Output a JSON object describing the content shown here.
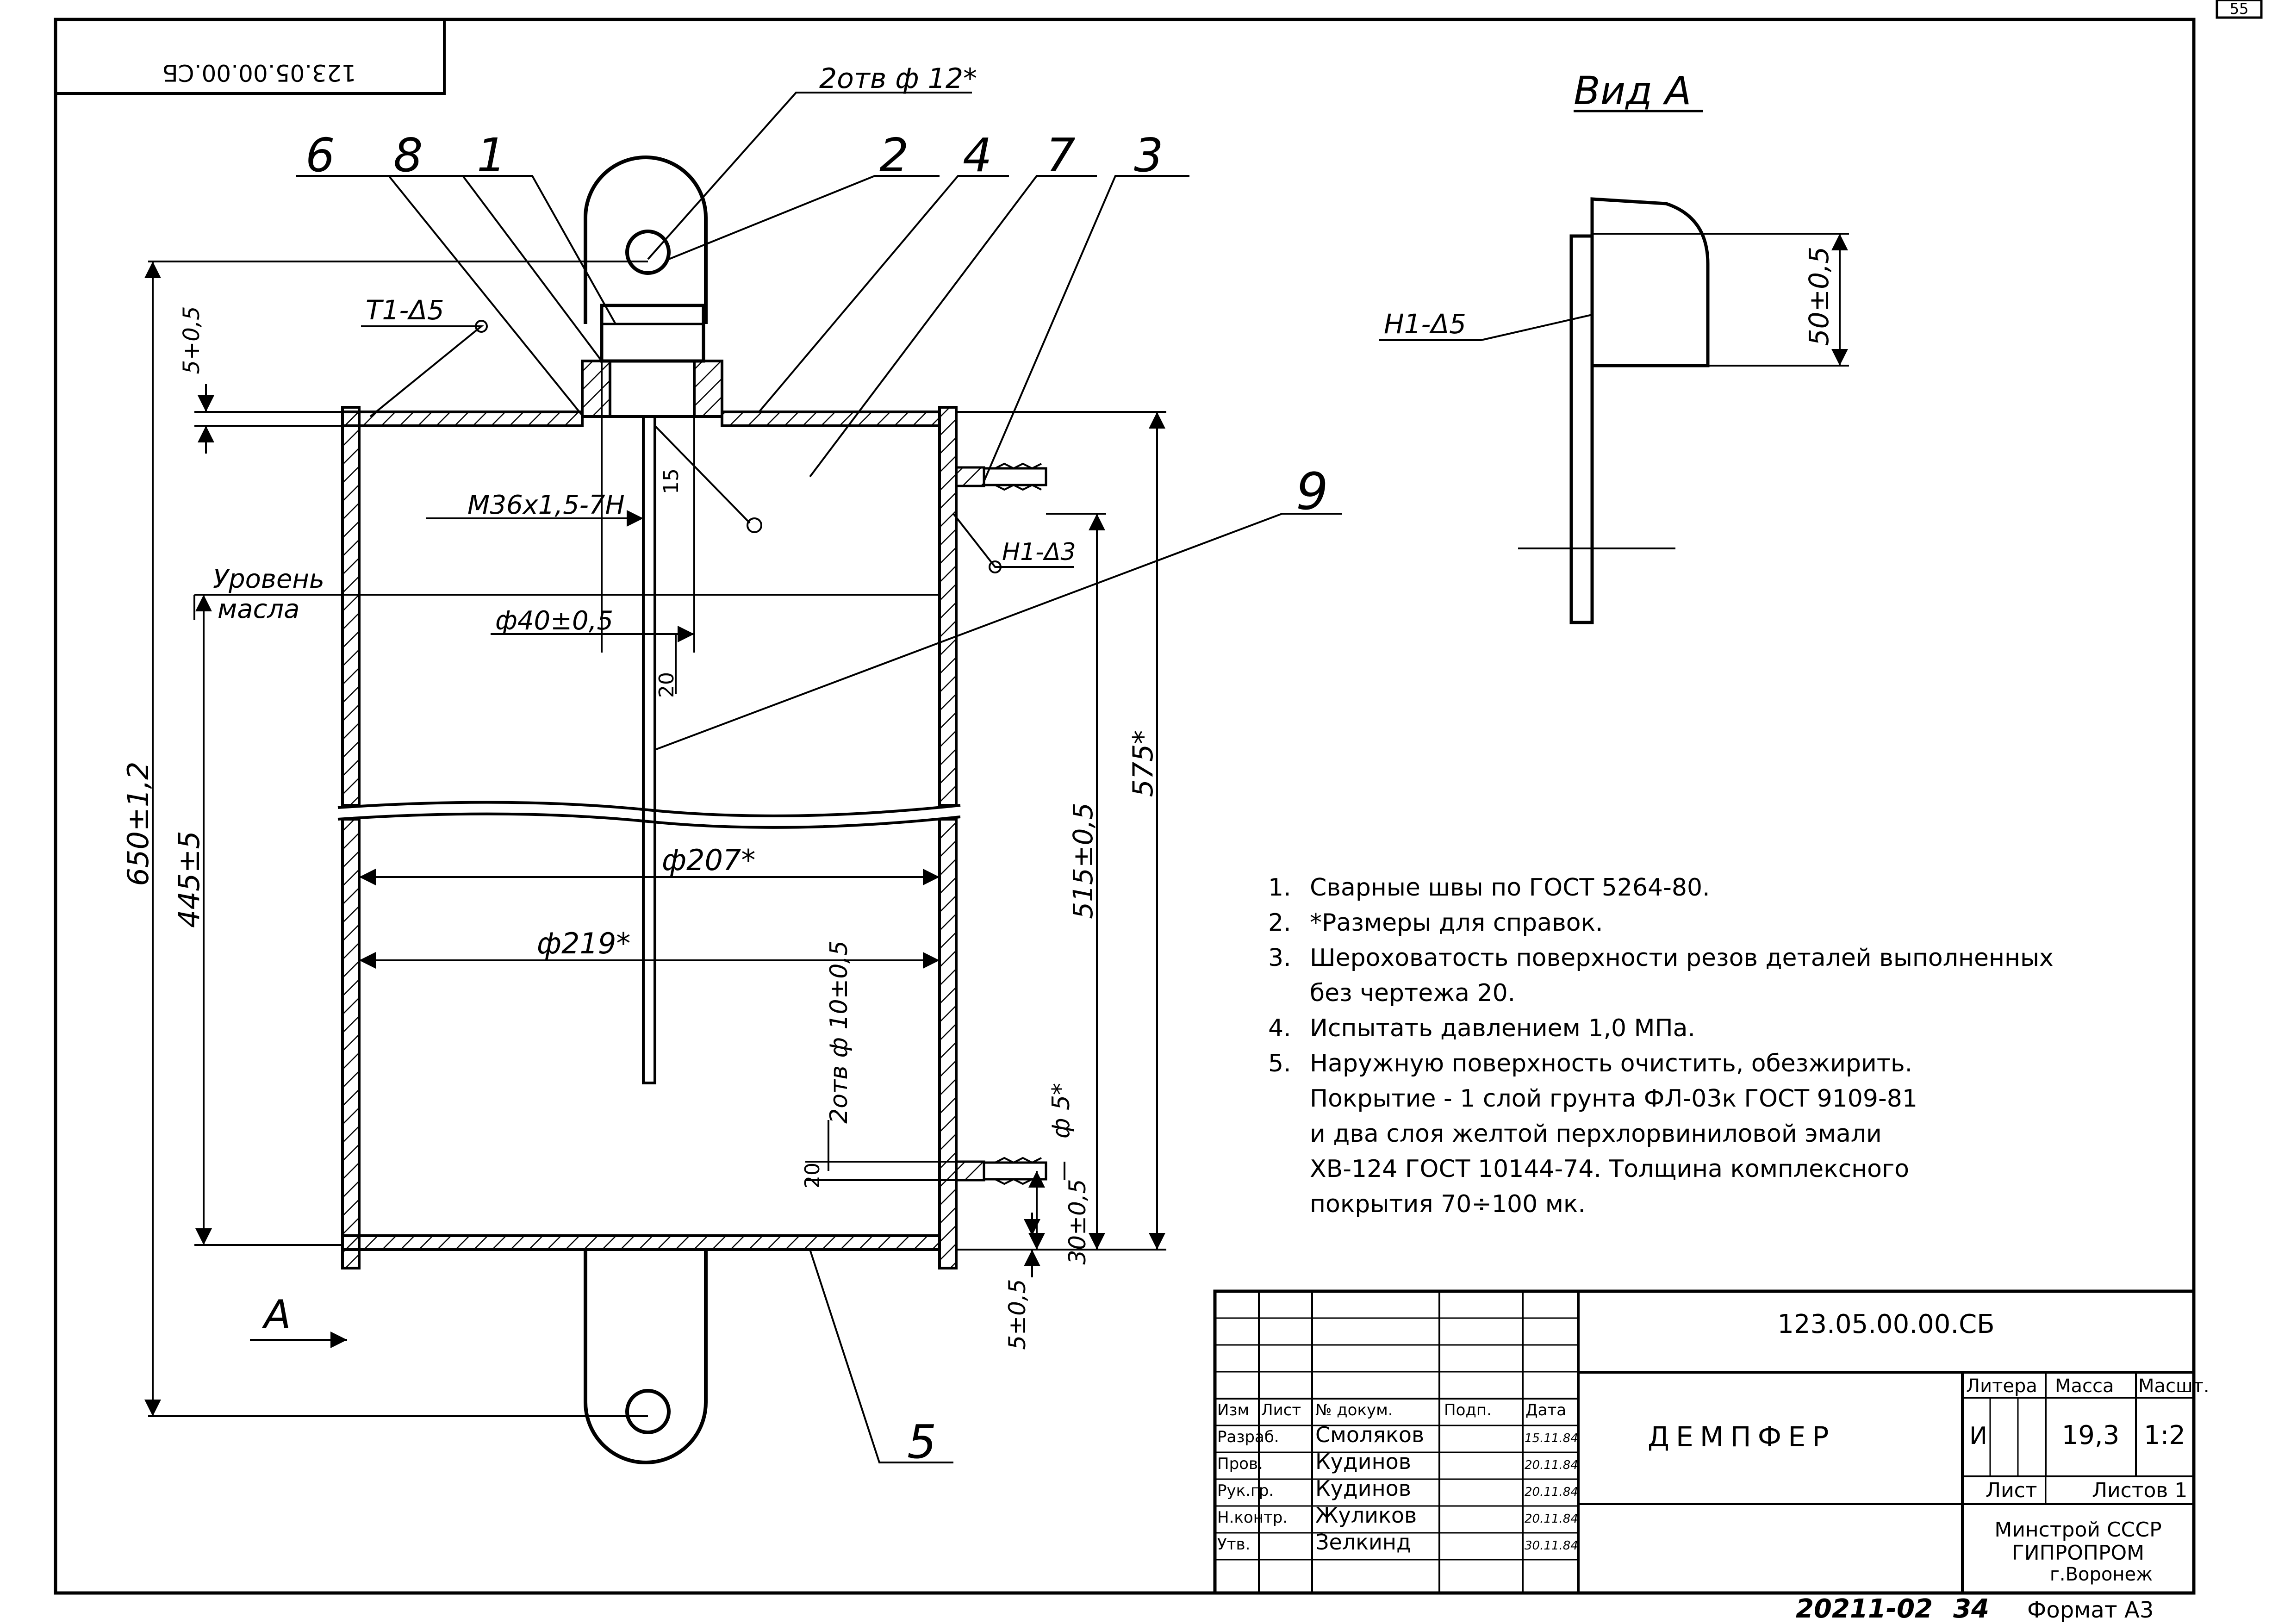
{
  "sheet_number": "55",
  "stamp_code_rotated": "123.05.00.00.СБ",
  "view_label": "Вид А",
  "arrow_label": "А",
  "callouts": [
    "6",
    "8",
    "1",
    "2",
    "4",
    "7",
    "3",
    "9",
    "5"
  ],
  "annotations": {
    "holes_top": "2отв ф 12*",
    "weld_top": "Т1-Δ5",
    "weld_view": "Н1-Δ5",
    "weld_fitting": "Н1-Δ3",
    "thread": "М36х1,5-7Н",
    "dia_40": "ф40±0,5",
    "dia_207": "ф207*",
    "dia_219": "ф219*",
    "holes_side": "2отв ф 10±0,5",
    "dia_5": "ф 5*",
    "oil_level_1": "Уровень",
    "oil_level_2": "масла",
    "angle_15": "15",
    "dim_20_a": "20",
    "dim_20_b": "20"
  },
  "dimensions": {
    "d_5_top": "5+0,5",
    "d_650": "650±1,2",
    "d_445": "445±5",
    "d_575": "575*",
    "d_515": "515±0,5",
    "d_30": "30±0,5",
    "d_5_bottom": "5±0,5",
    "d_50": "50±0,5"
  },
  "notes": [
    {
      "num": "1.",
      "lines": [
        "Сварные швы  по ГОСТ 5264-80."
      ]
    },
    {
      "num": "2.",
      "lines": [
        "*Размеры для справок."
      ]
    },
    {
      "num": "3.",
      "lines": [
        "Шероховатость поверхности резов деталей выполненных",
        "без чертежа 20."
      ]
    },
    {
      "num": "4.",
      "lines": [
        "Испытать давлением 1,0 МПа."
      ]
    },
    {
      "num": "5.",
      "lines": [
        "Наружную поверхность  очистить, обезжирить.",
        "Покрытие - 1 слой грунта ФЛ-03к ГОСТ 9109-81",
        "и два слоя желтой перхлорвиниловой эмали",
        "ХВ-124 ГОСТ 10144-74. Толщина комплексного",
        "покрытия 70÷100 мк."
      ]
    }
  ],
  "title_block": {
    "doc_code": "123.05.00.00.СБ",
    "title": "ДЕМПФЕР",
    "headers": {
      "izm": "Изм",
      "list": "Лист",
      "doc": "№ докум.",
      "sign": "Подп.",
      "date": "Дата"
    },
    "rows": [
      {
        "role": "Разраб.",
        "name": "Смоляков",
        "date": "15.11.84"
      },
      {
        "role": "Пров.",
        "name": "Кудинов",
        "date": "20.11.84"
      },
      {
        "role": "Рук.гр.",
        "name": "Кудинов",
        "date": "20.11.84"
      },
      {
        "role": "Н.контр.",
        "name": "Жуликов",
        "date": "20.11.84"
      },
      {
        "role": "Утв.",
        "name": "Зелкинд",
        "date": "30.11.84"
      }
    ],
    "litera_label": "Литера",
    "mass_label": "Масса",
    "scale_label": "Масшт.",
    "litera": "И",
    "mass": "19,3",
    "scale": "1:2",
    "sheet_label": "Лист",
    "sheets_label": "Листов 1",
    "org_1": "Минстрой СССР",
    "org_2": "ГИПРОПРОМ",
    "org_3": "г.Воронеж"
  },
  "footer": {
    "archive_no": "20211-02",
    "page": "34",
    "format": "Формат А3"
  }
}
